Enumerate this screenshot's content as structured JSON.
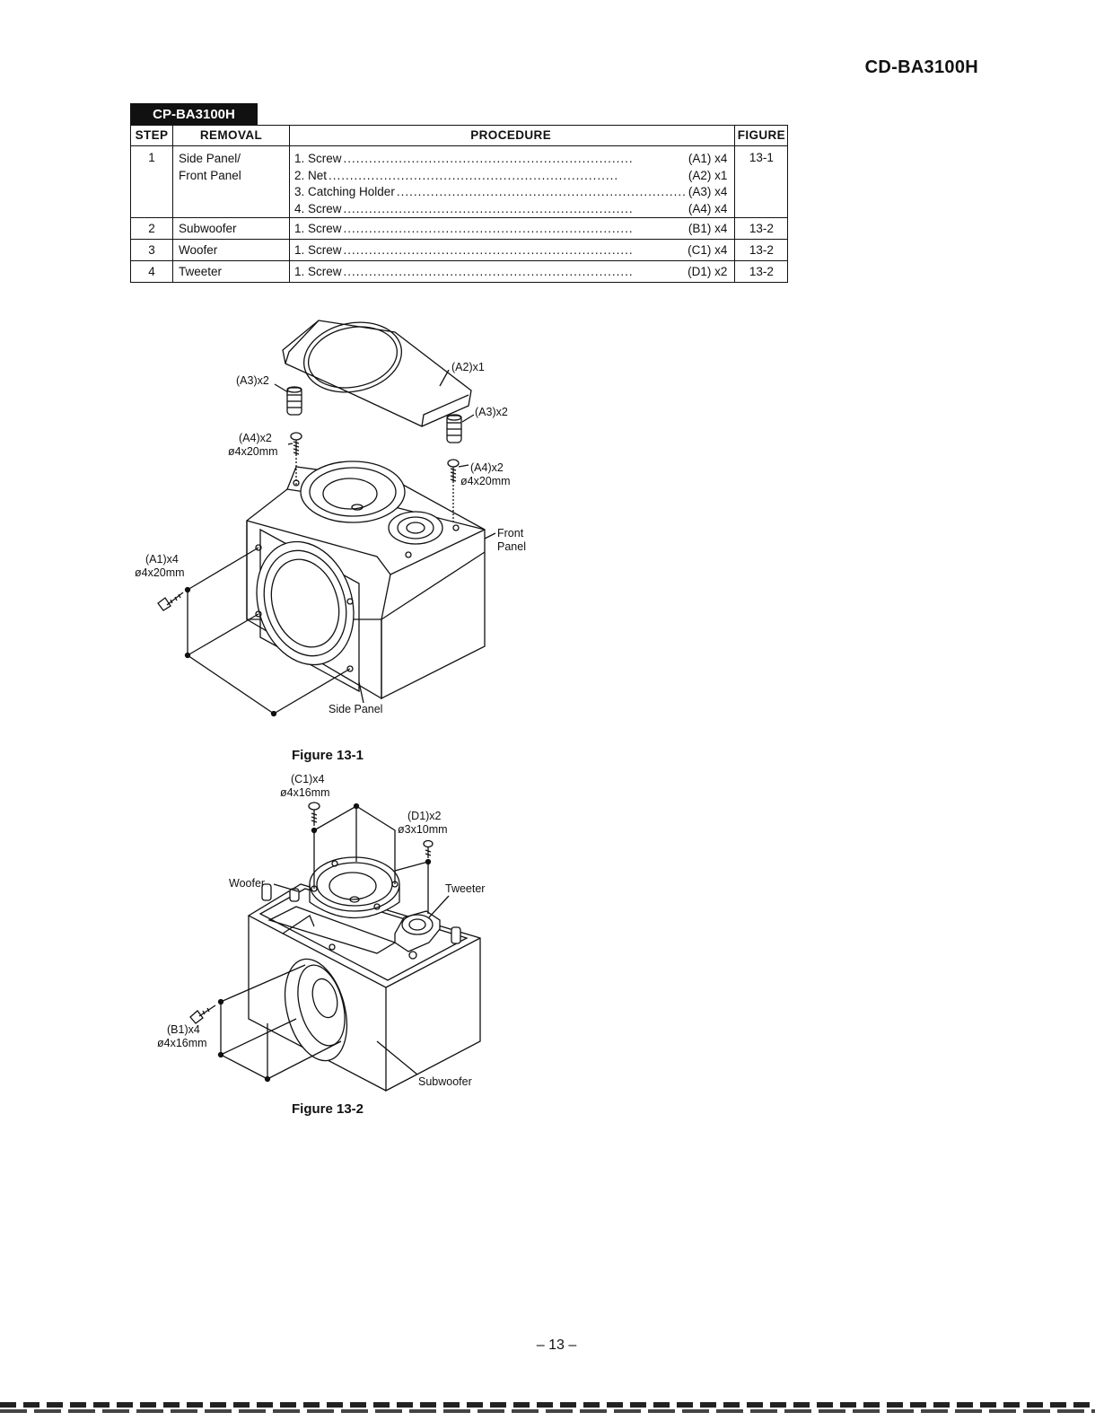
{
  "header": {
    "model": "CD-BA3100H"
  },
  "section_tag": "CP-BA3100H",
  "table": {
    "headers": {
      "step": "STEP",
      "removal": "REMOVAL",
      "procedure": "PROCEDURE",
      "figure": "FIGURE"
    },
    "rows": [
      {
        "step": "1",
        "removal_1": "Side Panel/",
        "removal_2": "Front Panel",
        "procedure": [
          {
            "text": "1. Screw",
            "ref": "(A1) x4"
          },
          {
            "text": "2. Net",
            "ref": "(A2) x1"
          },
          {
            "text": "3. Catching Holder",
            "ref": "(A3) x4"
          },
          {
            "text": "4. Screw",
            "ref": "(A4) x4"
          }
        ],
        "figure": "13-1"
      },
      {
        "step": "2",
        "removal_1": "Subwoofer",
        "procedure": [
          {
            "text": "1. Screw",
            "ref": "(B1) x4"
          }
        ],
        "figure": "13-2"
      },
      {
        "step": "3",
        "removal_1": "Woofer",
        "procedure": [
          {
            "text": "1. Screw",
            "ref": "(C1) x4"
          }
        ],
        "figure": "13-2"
      },
      {
        "step": "4",
        "removal_1": "Tweeter",
        "procedure": [
          {
            "text": "1. Screw",
            "ref": "(D1) x2"
          }
        ],
        "figure": "13-2"
      }
    ]
  },
  "figure1": {
    "caption": "Figure 13-1",
    "labels": {
      "a3_left": "(A3)x2",
      "a2": "(A2)x1",
      "a3_right": "(A3)x2",
      "a4_left_1": "(A4)x2",
      "a4_left_2": "ø4x20mm",
      "a4_right_1": "(A4)x2",
      "a4_right_2": "ø4x20mm",
      "front_panel_1": "Front",
      "front_panel_2": "Panel",
      "a1_1": "(A1)x4",
      "a1_2": "ø4x20mm",
      "side_panel": "Side Panel"
    }
  },
  "figure2": {
    "caption": "Figure 13-2",
    "labels": {
      "c1_1": "(C1)x4",
      "c1_2": "ø4x16mm",
      "d1_1": "(D1)x2",
      "d1_2": "ø3x10mm",
      "woofer": "Woofer",
      "tweeter": "Tweeter",
      "b1_1": "(B1)x4",
      "b1_2": "ø4x16mm",
      "subwoofer": "Subwoofer"
    }
  },
  "footer": {
    "page_number": "– 13 –"
  }
}
